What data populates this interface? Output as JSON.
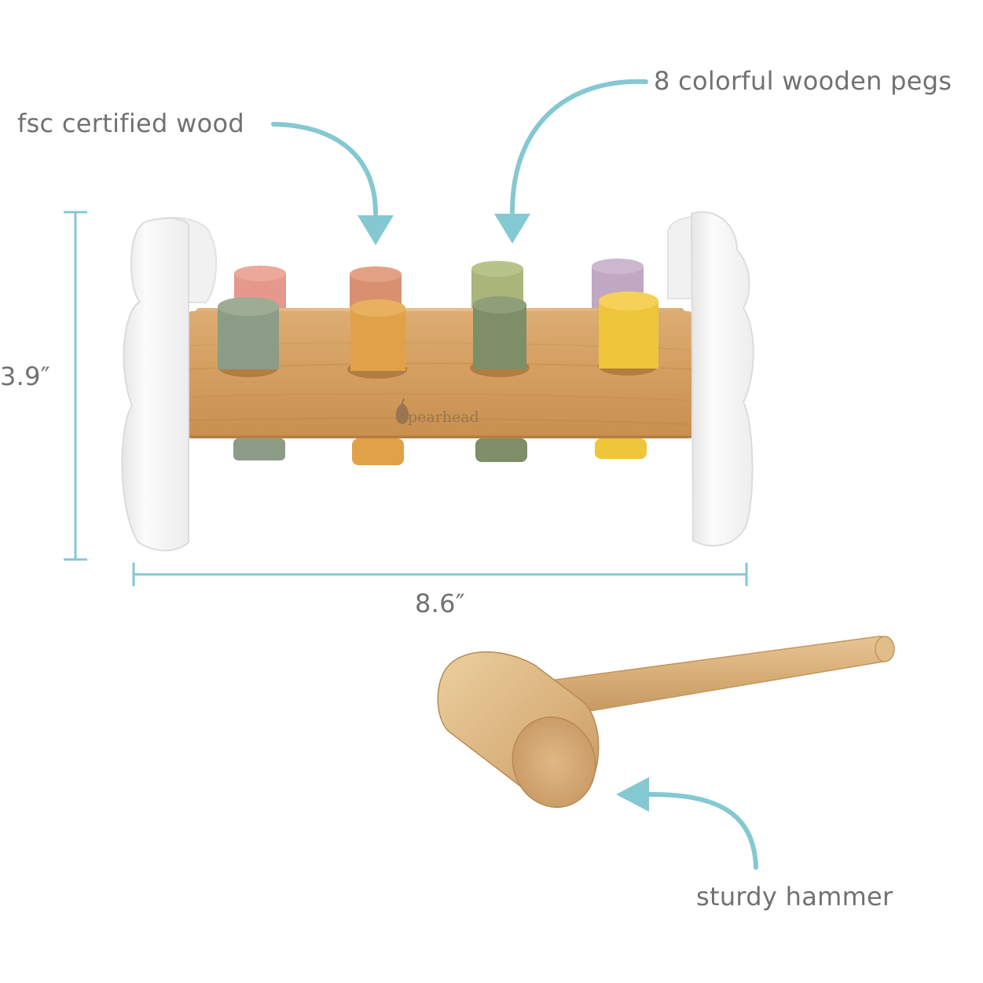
{
  "annotations": {
    "wood_label": "fsc certified wood",
    "pegs_label": "8 colorful wooden pegs",
    "hammer_label": "sturdy hammer"
  },
  "dimensions": {
    "height_label": "3.9″",
    "width_label": "8.6″"
  },
  "product": {
    "brand_logo_text": "pearhead",
    "peg_count": 8,
    "peg_colors": {
      "back_row": [
        "#e6988c",
        "#d99071",
        "#a9b579",
        "#c0a7c2"
      ],
      "front_row": [
        "#8d9c86",
        "#e1a148",
        "#7d8e68",
        "#efc53a"
      ]
    }
  },
  "colors": {
    "accent_arrows": "#84c8d2",
    "label_text": "#707173",
    "wood": "#d9ac74",
    "frame": "#f7f7f7"
  }
}
